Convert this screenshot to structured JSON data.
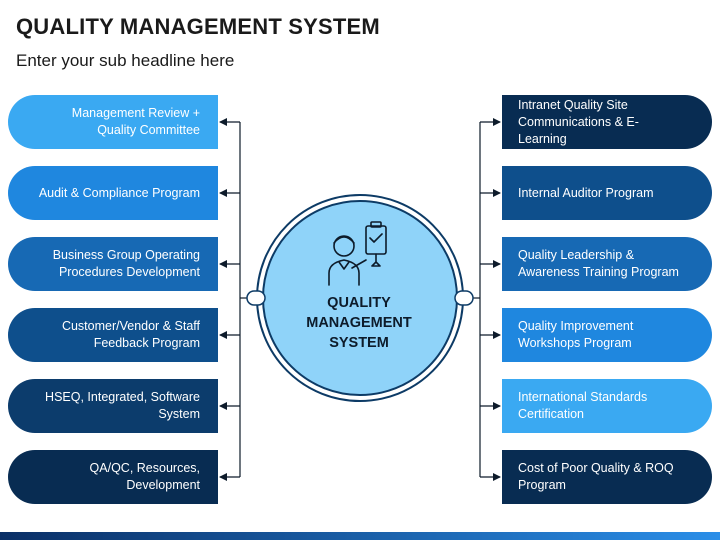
{
  "header": {
    "title": "QUALITY MANAGEMENT SYSTEM",
    "subtitle": "Enter your sub headline here"
  },
  "center": {
    "label": "QUALITY MANAGEMENT SYSTEM",
    "icon": "quality-inspector-icon",
    "fill": "#8fd3f9",
    "outline": "#0d3b66"
  },
  "left_items": [
    {
      "label": "Management Review + Quality Committee",
      "color": "#3aa9f2"
    },
    {
      "label": "Audit & Compliance Program",
      "color": "#1f87df"
    },
    {
      "label": "Business Group Operating Procedures Development",
      "color": "#1769b4"
    },
    {
      "label": "Customer/Vendor & Staff Feedback Program",
      "color": "#0e4f8c"
    },
    {
      "label": "HSEQ, Integrated, Software System",
      "color": "#0c3c6c"
    },
    {
      "label": "QA/QC, Resources, Development",
      "color": "#082c52"
    }
  ],
  "right_items": [
    {
      "label": "Intranet Quality Site Communications & E-Learning",
      "color": "#082c52"
    },
    {
      "label": "Internal Auditor Program",
      "color": "#0e4f8c"
    },
    {
      "label": "Quality Leadership & Awareness Training Program",
      "color": "#1769b4"
    },
    {
      "label": "Quality Improvement Workshops Program",
      "color": "#1f87df"
    },
    {
      "label": "International Standards Certification",
      "color": "#3aa9f2"
    },
    {
      "label": "Cost of Poor Quality & ROQ Program",
      "color": "#082c52"
    }
  ],
  "colors": {
    "connector": "#0d1b2a",
    "bottom_bar_start": "#0a2f66",
    "bottom_bar_end": "#2a8ee8"
  }
}
